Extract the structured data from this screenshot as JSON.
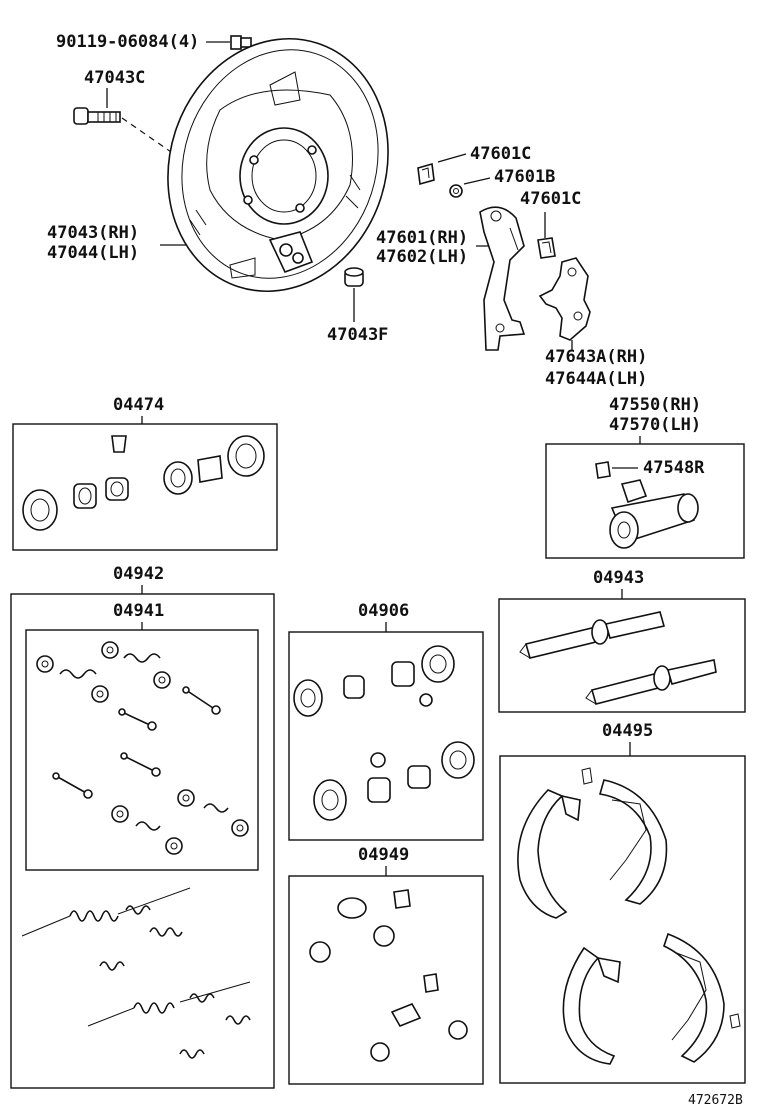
{
  "labels": {
    "bolt_90119": "90119-06084(4)",
    "bolt_47043c": "47043C",
    "plate_rh": "47043(RH)",
    "plate_lh": "47044(LH)",
    "nut_47043f": "47043F",
    "clip_47601c_a": "47601C",
    "nut_47601b": "47601B",
    "clip_47601c_b": "47601C",
    "lever_rh": "47601(RH)",
    "lever_lh": "47602(LH)",
    "bracket_rh": "47643A(RH)",
    "bracket_lh": "47644A(LH)",
    "kit_04474": "04474",
    "cyl_rh": "47550(RH)",
    "cyl_lh": "47570(LH)",
    "bleeder_47548r": "47548R",
    "kit_04942": "04942",
    "kit_04941": "04941",
    "kit_04906": "04906",
    "kit_04943": "04943",
    "kit_04495": "04495",
    "kit_04949": "04949",
    "figure_id": "472672B"
  },
  "icons": [
    "backing-plate",
    "wheel-cylinder",
    "brake-shoe",
    "return-spring",
    "adjuster-strut",
    "parking-lever",
    "hold-down-pin",
    "piston-cup",
    "bleeder-plug"
  ]
}
